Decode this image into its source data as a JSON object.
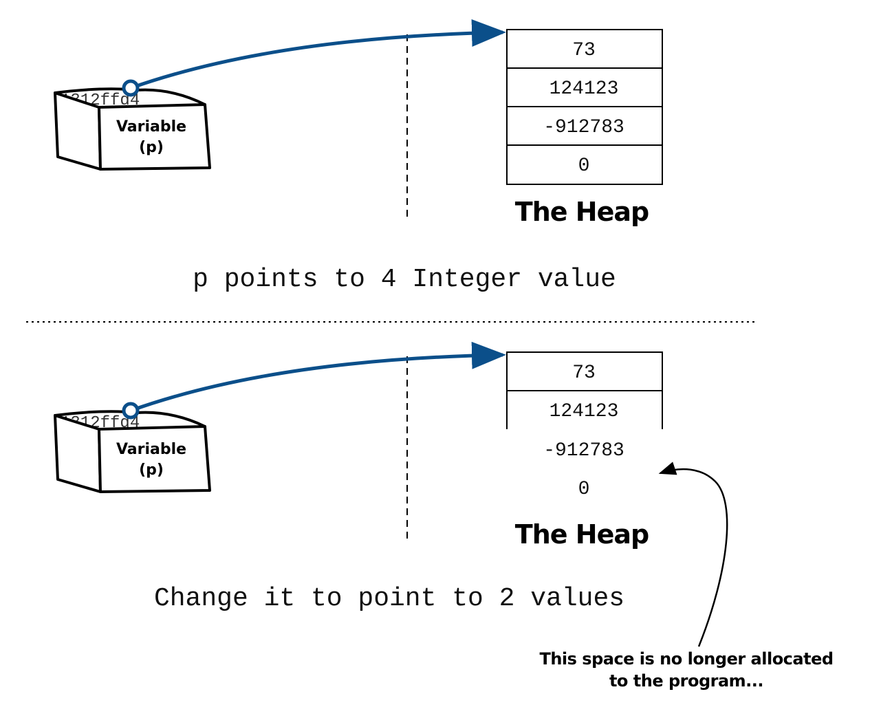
{
  "colors": {
    "pointer": "#0b4f8a",
    "ink": "#000000",
    "background": "#ffffff"
  },
  "panels": [
    {
      "variable": {
        "address": "1312ffd4",
        "label_line1": "Variable",
        "label_line2": "(p)"
      },
      "heap": {
        "title": "The Heap",
        "cells": [
          "73",
          "124123",
          "-912783",
          "0"
        ],
        "allocated_count": 4
      },
      "caption": "p points to 4 Integer value"
    },
    {
      "variable": {
        "address": "1312ffd4",
        "label_line1": "Variable",
        "label_line2": "(p)"
      },
      "heap": {
        "title": "The Heap",
        "cells": [
          "73",
          "124123",
          "-912783",
          "0"
        ],
        "allocated_count": 2
      },
      "caption": "Change it to point to 2 values"
    }
  ],
  "annotation": {
    "line1": "This space is no longer allocated",
    "line2": "to the program..."
  }
}
